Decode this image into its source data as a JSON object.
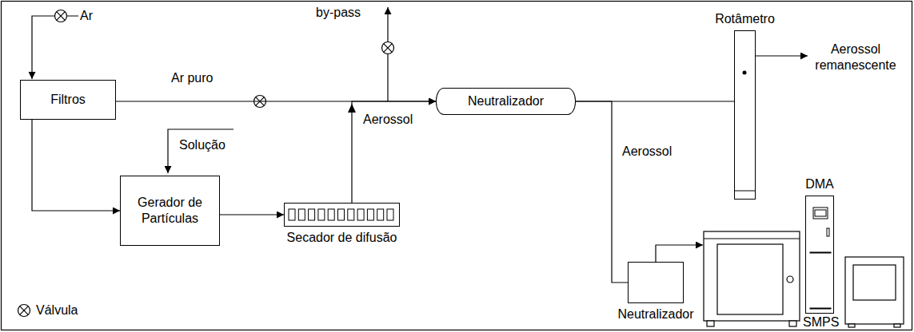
{
  "diagram": {
    "nodes": [
      {
        "text": [
          "Filtros"
        ]
      },
      {
        "text": [
          "Gerador de Partículas"
        ]
      },
      {
        "text": [
          "Secador de difusão"
        ]
      },
      {
        "text": [
          "Neutralizador"
        ]
      },
      {
        "text": [
          "Rotâmetro"
        ]
      },
      {
        "text": [
          "Neutralizador"
        ]
      },
      {
        "text": [
          "DMA"
        ]
      }
    ],
    "edges": [
      {
        "from": 0,
        "to": 3,
        "arrow": "to",
        "label": "Ar puro"
      },
      {
        "from": 0,
        "to": 1,
        "arrow": "to"
      },
      {
        "from": 1,
        "to": 2,
        "arrow": "to"
      },
      {
        "from": 2,
        "to": 3,
        "arrow": "to",
        "label": "Aerossol"
      },
      {
        "from": 3,
        "to": 4,
        "arrow": "none"
      },
      {
        "from": 3,
        "to": 5,
        "arrow": "none",
        "label": "Aerossol"
      }
    ],
    "labels": [
      "Ar",
      "by-pass",
      "Solução",
      "Aerossol remanescente",
      "SMPS"
    ],
    "legend": [
      {
        "text": "Válvula"
      }
    ]
  }
}
